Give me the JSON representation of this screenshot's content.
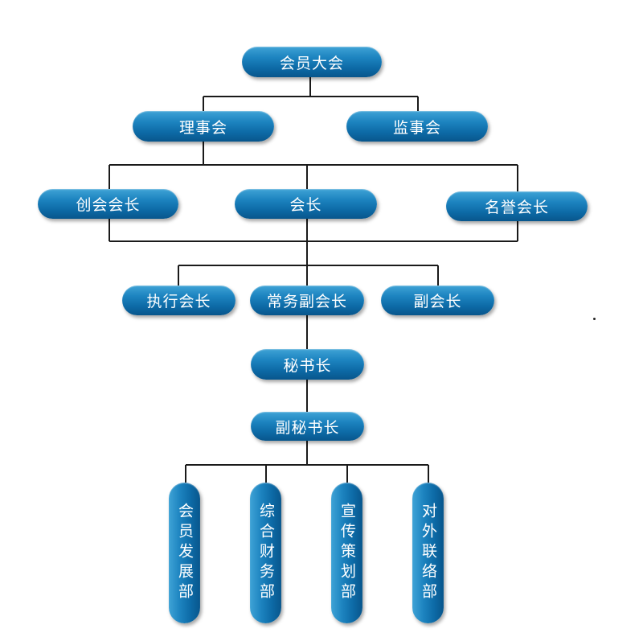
{
  "org_chart": {
    "members_assembly": "会员大会",
    "council": "理事会",
    "supervisory_board": "监事会",
    "founding_president": "创会会长",
    "president": "会长",
    "honorary_president": "名誉会长",
    "executive_president": "执行会长",
    "standing_vice_president": "常务副会长",
    "vice_president": "副会长",
    "secretary_general": "秘书长",
    "deputy_secretary_general": "副秘书长",
    "departments": [
      "会员发展部",
      "综合财务部",
      "宣传策划部",
      "对外联络部"
    ]
  },
  "colors": {
    "node_fill": "#1d84c0",
    "node_text": "#ffffff",
    "connector_line": "#1a1a1a"
  }
}
